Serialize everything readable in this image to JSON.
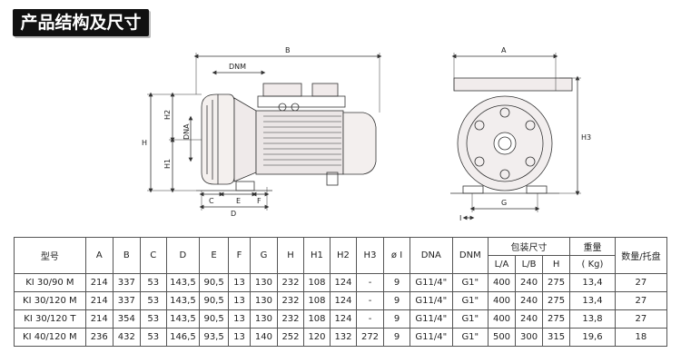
{
  "title": "产品结构及尺寸",
  "drawing_labels": {
    "B": "B",
    "DNM": "DNM",
    "H2": "H2",
    "DNA": "DNA",
    "H": "H",
    "H1": "H1",
    "C": "C",
    "E": "E",
    "F": "F",
    "D": "D",
    "A": "A",
    "H3": "H3",
    "G": "G",
    "I": "I"
  },
  "table": {
    "headers": [
      "型号",
      "A",
      "B",
      "C",
      "D",
      "E",
      "F",
      "G",
      "H",
      "H1",
      "H2",
      "H3",
      "ø I",
      "DNA",
      "DNM"
    ],
    "pack_header": "包装尺寸",
    "pack_sub": [
      "L/A",
      "L/B",
      "H"
    ],
    "weight_header": "重量",
    "weight_unit": "( Kg)",
    "qty_header": "数量/托盘",
    "rows": [
      [
        "KI 30/90 M",
        "214",
        "337",
        "53",
        "143,5",
        "90,5",
        "13",
        "130",
        "232",
        "108",
        "124",
        "-",
        "9",
        "G11/4\"",
        "G1\"",
        "400",
        "240",
        "275",
        "13,4",
        "27"
      ],
      [
        "KI 30/120 M",
        "214",
        "337",
        "53",
        "143,5",
        "90,5",
        "13",
        "130",
        "232",
        "108",
        "124",
        "-",
        "9",
        "G11/4\"",
        "G1\"",
        "400",
        "240",
        "275",
        "13,4",
        "27"
      ],
      [
        "KI 30/120 T",
        "214",
        "354",
        "53",
        "143,5",
        "90,5",
        "13",
        "130",
        "232",
        "108",
        "124",
        "-",
        "9",
        "G11/4\"",
        "G1\"",
        "400",
        "240",
        "275",
        "13,8",
        "27"
      ],
      [
        "KI 40/120 M",
        "236",
        "432",
        "53",
        "146,5",
        "93,5",
        "13",
        "140",
        "252",
        "120",
        "132",
        "272",
        "9",
        "G11/4\"",
        "G1\"",
        "500",
        "300",
        "315",
        "19,6",
        "18"
      ]
    ]
  }
}
